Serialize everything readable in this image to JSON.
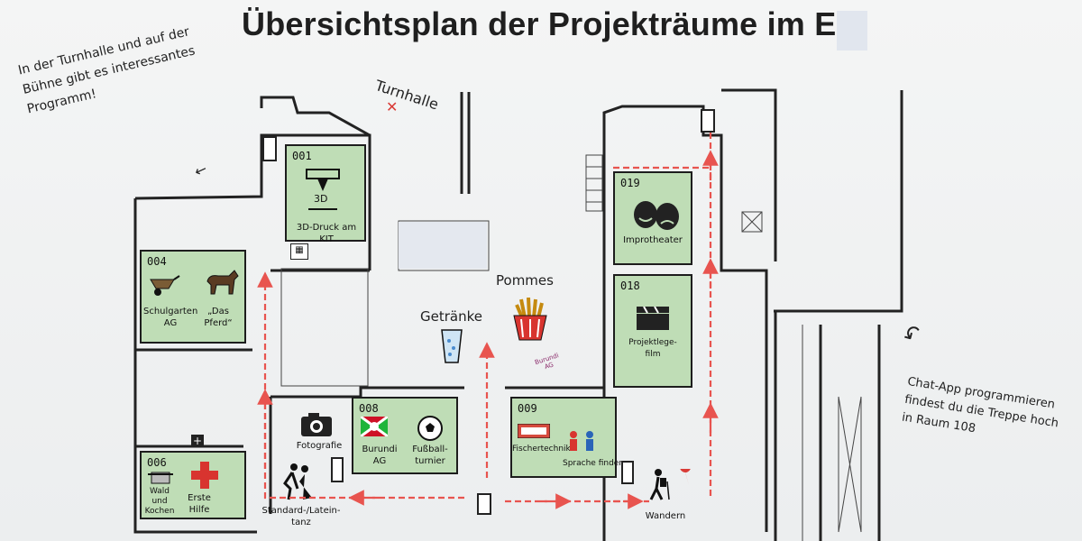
{
  "title": "Übersichtsplan der Projekträume im EG",
  "notes": {
    "top_left": "In der Turnhalle und auf der\nBühne gibt es interessantes\nProgramm!",
    "turnhalle": "Turnhalle",
    "getraenke": "Getränke",
    "pommes": "Pommes",
    "burundi_small": "Burundi\nAG",
    "chat_app": "Chat-App programmieren\nfindest du die Treppe hoch\nin Raum 108"
  },
  "rooms": {
    "r001": {
      "num": "001",
      "label": "3D-Druck am\nKIT",
      "badge": "3D"
    },
    "r004": {
      "num": "004",
      "label_a": "Schulgarten\nAG",
      "label_b": "„Das\nPferd“"
    },
    "r006": {
      "num": "006",
      "label_a": "Wald\nund\nKochen",
      "label_b": "Erste\nHilfe"
    },
    "r008": {
      "num": "008",
      "label_a": "Burundi\nAG",
      "label_b": "Fußball-\nturnier"
    },
    "r009": {
      "num": "009",
      "label_a": "Fischertechnik",
      "label_b": "Sprache finden"
    },
    "r019": {
      "num": "019",
      "label": "Improtheater"
    },
    "r018": {
      "num": "018",
      "label": "Projektlege-\nfilm"
    }
  },
  "outside_labels": {
    "fotografie": "Fotografie",
    "standard_latein": "Standard-/Latein-\ntanz",
    "wandern": "Wandern"
  },
  "colors": {
    "room_fill": "#bfddb6",
    "route": "#e8544f",
    "wall": "#222222"
  }
}
